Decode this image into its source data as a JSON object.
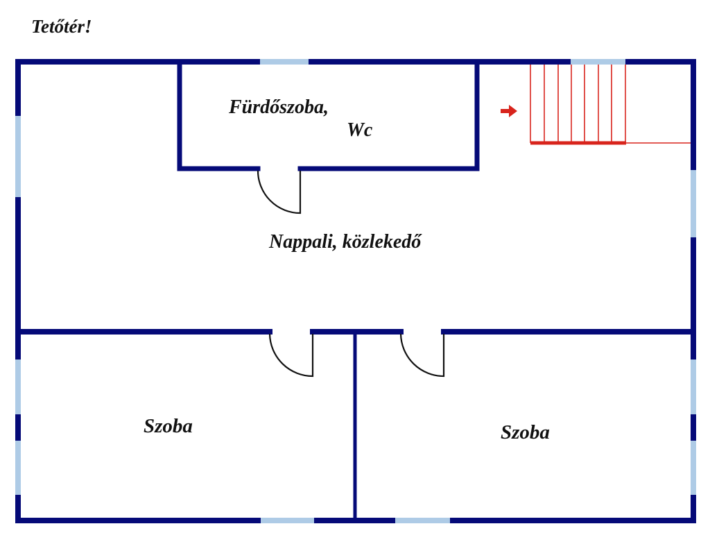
{
  "title": "Tetőtér!",
  "rooms": {
    "bathroom_line1": "Fürdőszoba,",
    "bathroom_line2": "Wc",
    "living": "Nappali, közlekedő",
    "room_left": "Szoba",
    "room_right": "Szoba"
  },
  "colors": {
    "wall": "#050a78",
    "window": "#aecbe6",
    "stairs": "#d8241c",
    "text": "#111111"
  },
  "icons": {
    "stairs_direction": "arrow-right-icon"
  }
}
